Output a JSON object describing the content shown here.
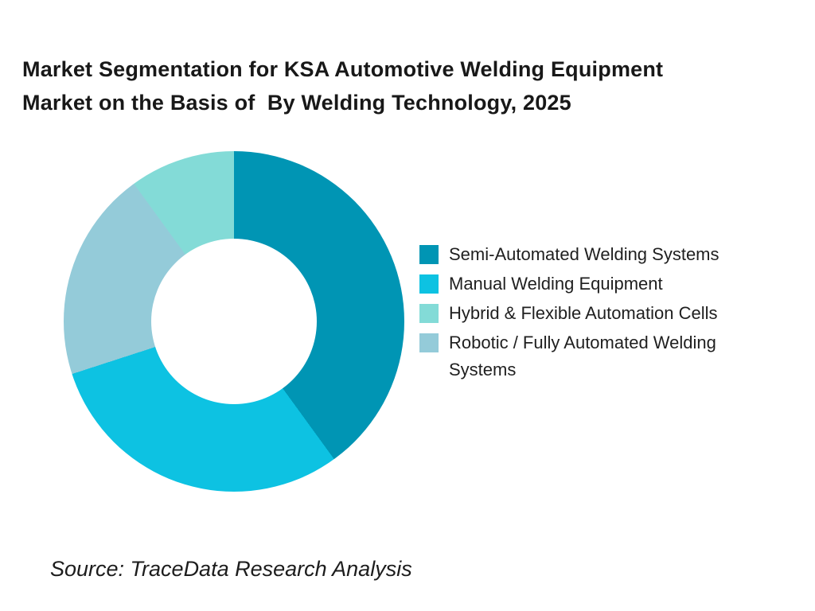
{
  "title": {
    "line1": "Market Segmentation for KSA Automotive Welding Equipment",
    "line2": "Market on the Basis of  By Welding Technology, 2025"
  },
  "source": {
    "text": "Source: TraceData Research Analysis"
  },
  "chart_data": {
    "type": "pie",
    "subtype": "donut",
    "title": "Market Segmentation for KSA Automotive Welding Equipment Market on the Basis of  By Welding Technology, 2025",
    "values_are_estimated_percent_shares": true,
    "series": [
      {
        "label": "Semi-Automated Welding Systems",
        "value": 40,
        "color": "#0095B4"
      },
      {
        "label": "Manual Welding Equipment",
        "value": 30,
        "color": "#0DC2E2"
      },
      {
        "label": "Hybrid & Flexible Automation Cells",
        "value": 10,
        "color": "#83DBD7"
      },
      {
        "label": "Robotic / Fully Automated Welding Systems",
        "value": 20,
        "color": "#94CBD9"
      }
    ],
    "clockwise_order": [
      0,
      1,
      3,
      2
    ],
    "start_angle": "12 o'clock",
    "direction": "clockwise",
    "slice_boundaries_deg_clockwise_from_top": [
      0,
      144,
      252,
      324,
      360
    ],
    "inner_radius_ratio": 0.49,
    "hole_color": "#FFFFFF",
    "background_color": "#FFFFFF",
    "legend_position": "right",
    "data_labels_shown": false
  }
}
